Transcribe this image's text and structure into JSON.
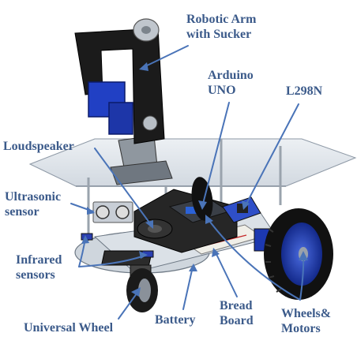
{
  "labels": {
    "robotic_arm": [
      "Robotic Arm",
      "with Sucker"
    ],
    "arduino": [
      "Arduino",
      "UNO"
    ],
    "l298n": [
      "L298N"
    ],
    "loudspeaker": [
      "Loudspeaker"
    ],
    "ultrasonic": [
      "Ultrasonic",
      "sensor"
    ],
    "infrared": [
      "Infrared",
      "sensors"
    ],
    "universal_wheel": [
      "Universal Wheel"
    ],
    "battery": [
      "Battery"
    ],
    "bread_board": [
      "Bread",
      "Board"
    ],
    "wheels_motors": [
      "Wheels&",
      "Motors"
    ]
  },
  "colors": {
    "label": "#3b5a8a",
    "arrow": "#4a74b8",
    "motor_blue": "#1f3fb0",
    "frame_black": "#1a1a1a",
    "plate": "#d4dbe3",
    "tire": "#111111"
  }
}
